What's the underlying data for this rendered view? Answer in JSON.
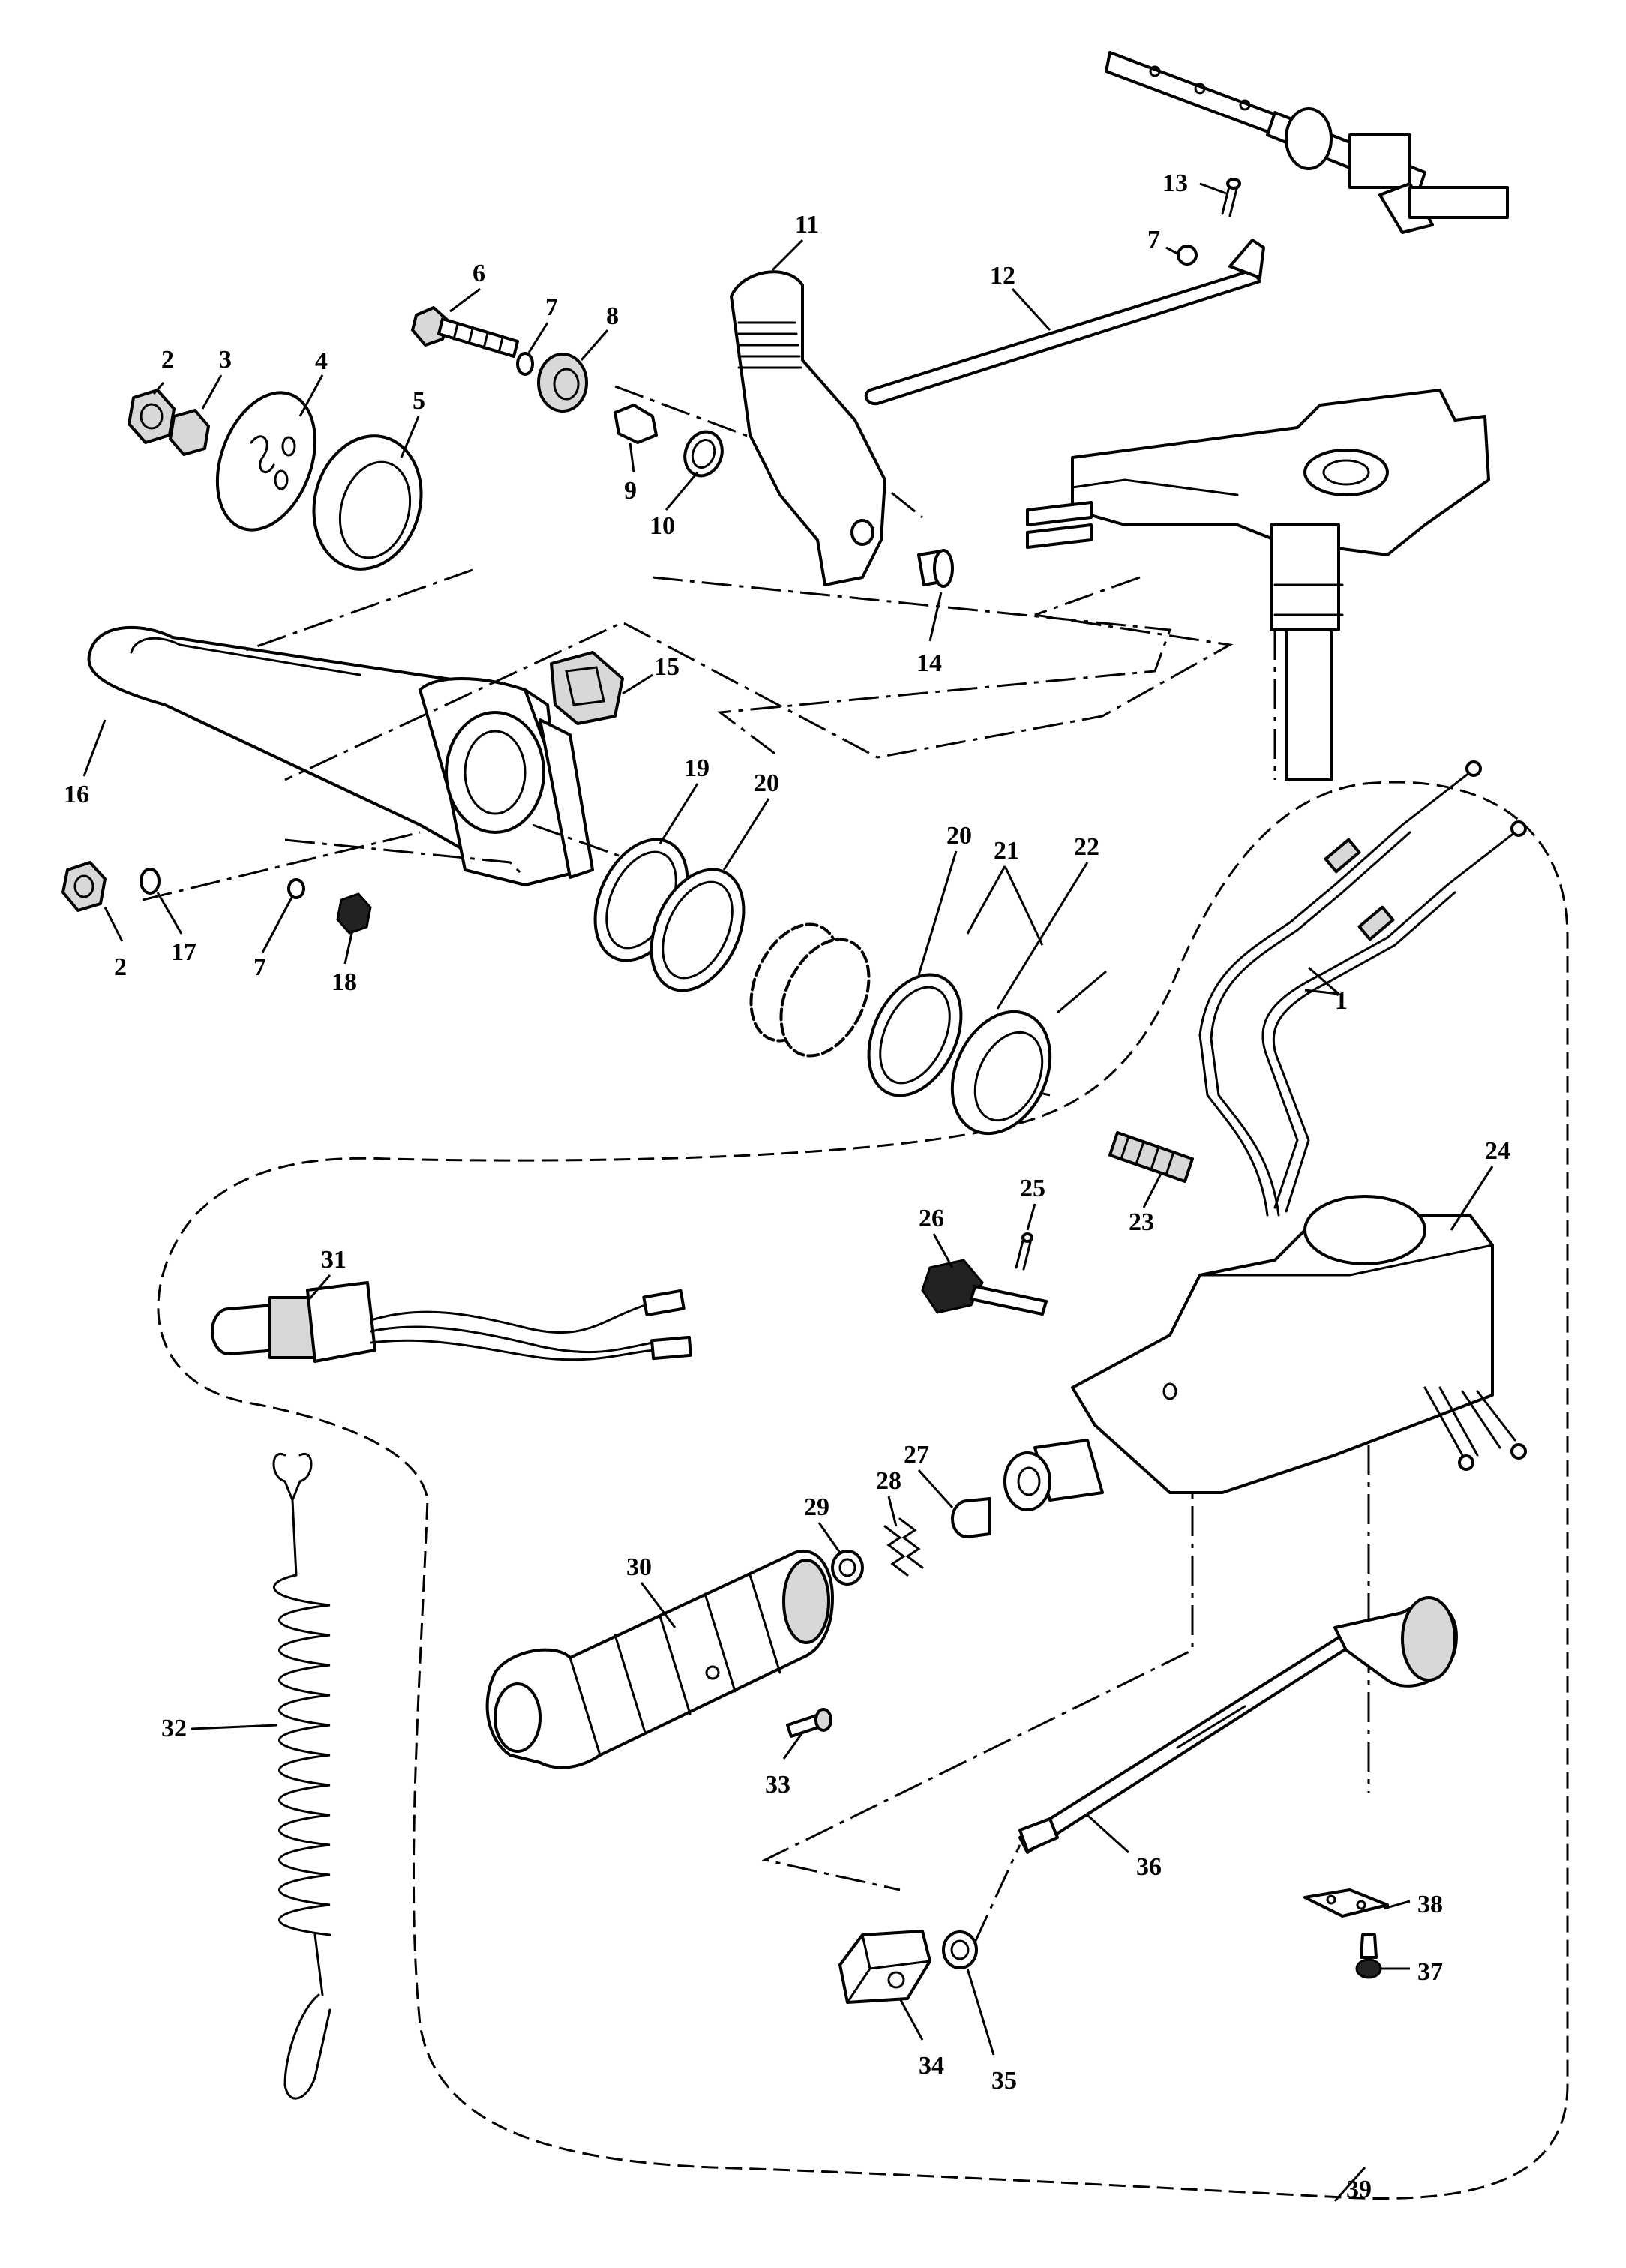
{
  "callouts": {
    "c1": "1",
    "c2a": "2",
    "c2b": "2",
    "c3": "3",
    "c4": "4",
    "c5": "5",
    "c6": "6",
    "c7a": "7",
    "c7b": "7",
    "c7c": "7",
    "c8": "8",
    "c9": "9",
    "c10": "10",
    "c11": "11",
    "c12": "12",
    "c13": "13",
    "c14": "14",
    "c15": "15",
    "c16": "16",
    "c17": "17",
    "c18": "18",
    "c19": "19",
    "c20a": "20",
    "c20b": "20",
    "c21": "21",
    "c22": "22",
    "c23": "23",
    "c24": "24",
    "c25": "25",
    "c26": "26",
    "c27": "27",
    "c28": "28",
    "c29": "29",
    "c30": "30",
    "c31": "31",
    "c32": "32",
    "c33": "33",
    "c34": "34",
    "c35": "35",
    "c36": "36",
    "c37": "37",
    "c38": "38",
    "c39": "39"
  },
  "colors": {
    "line": "#000000",
    "background": "#ffffff",
    "shade": "#d8d8d8"
  }
}
